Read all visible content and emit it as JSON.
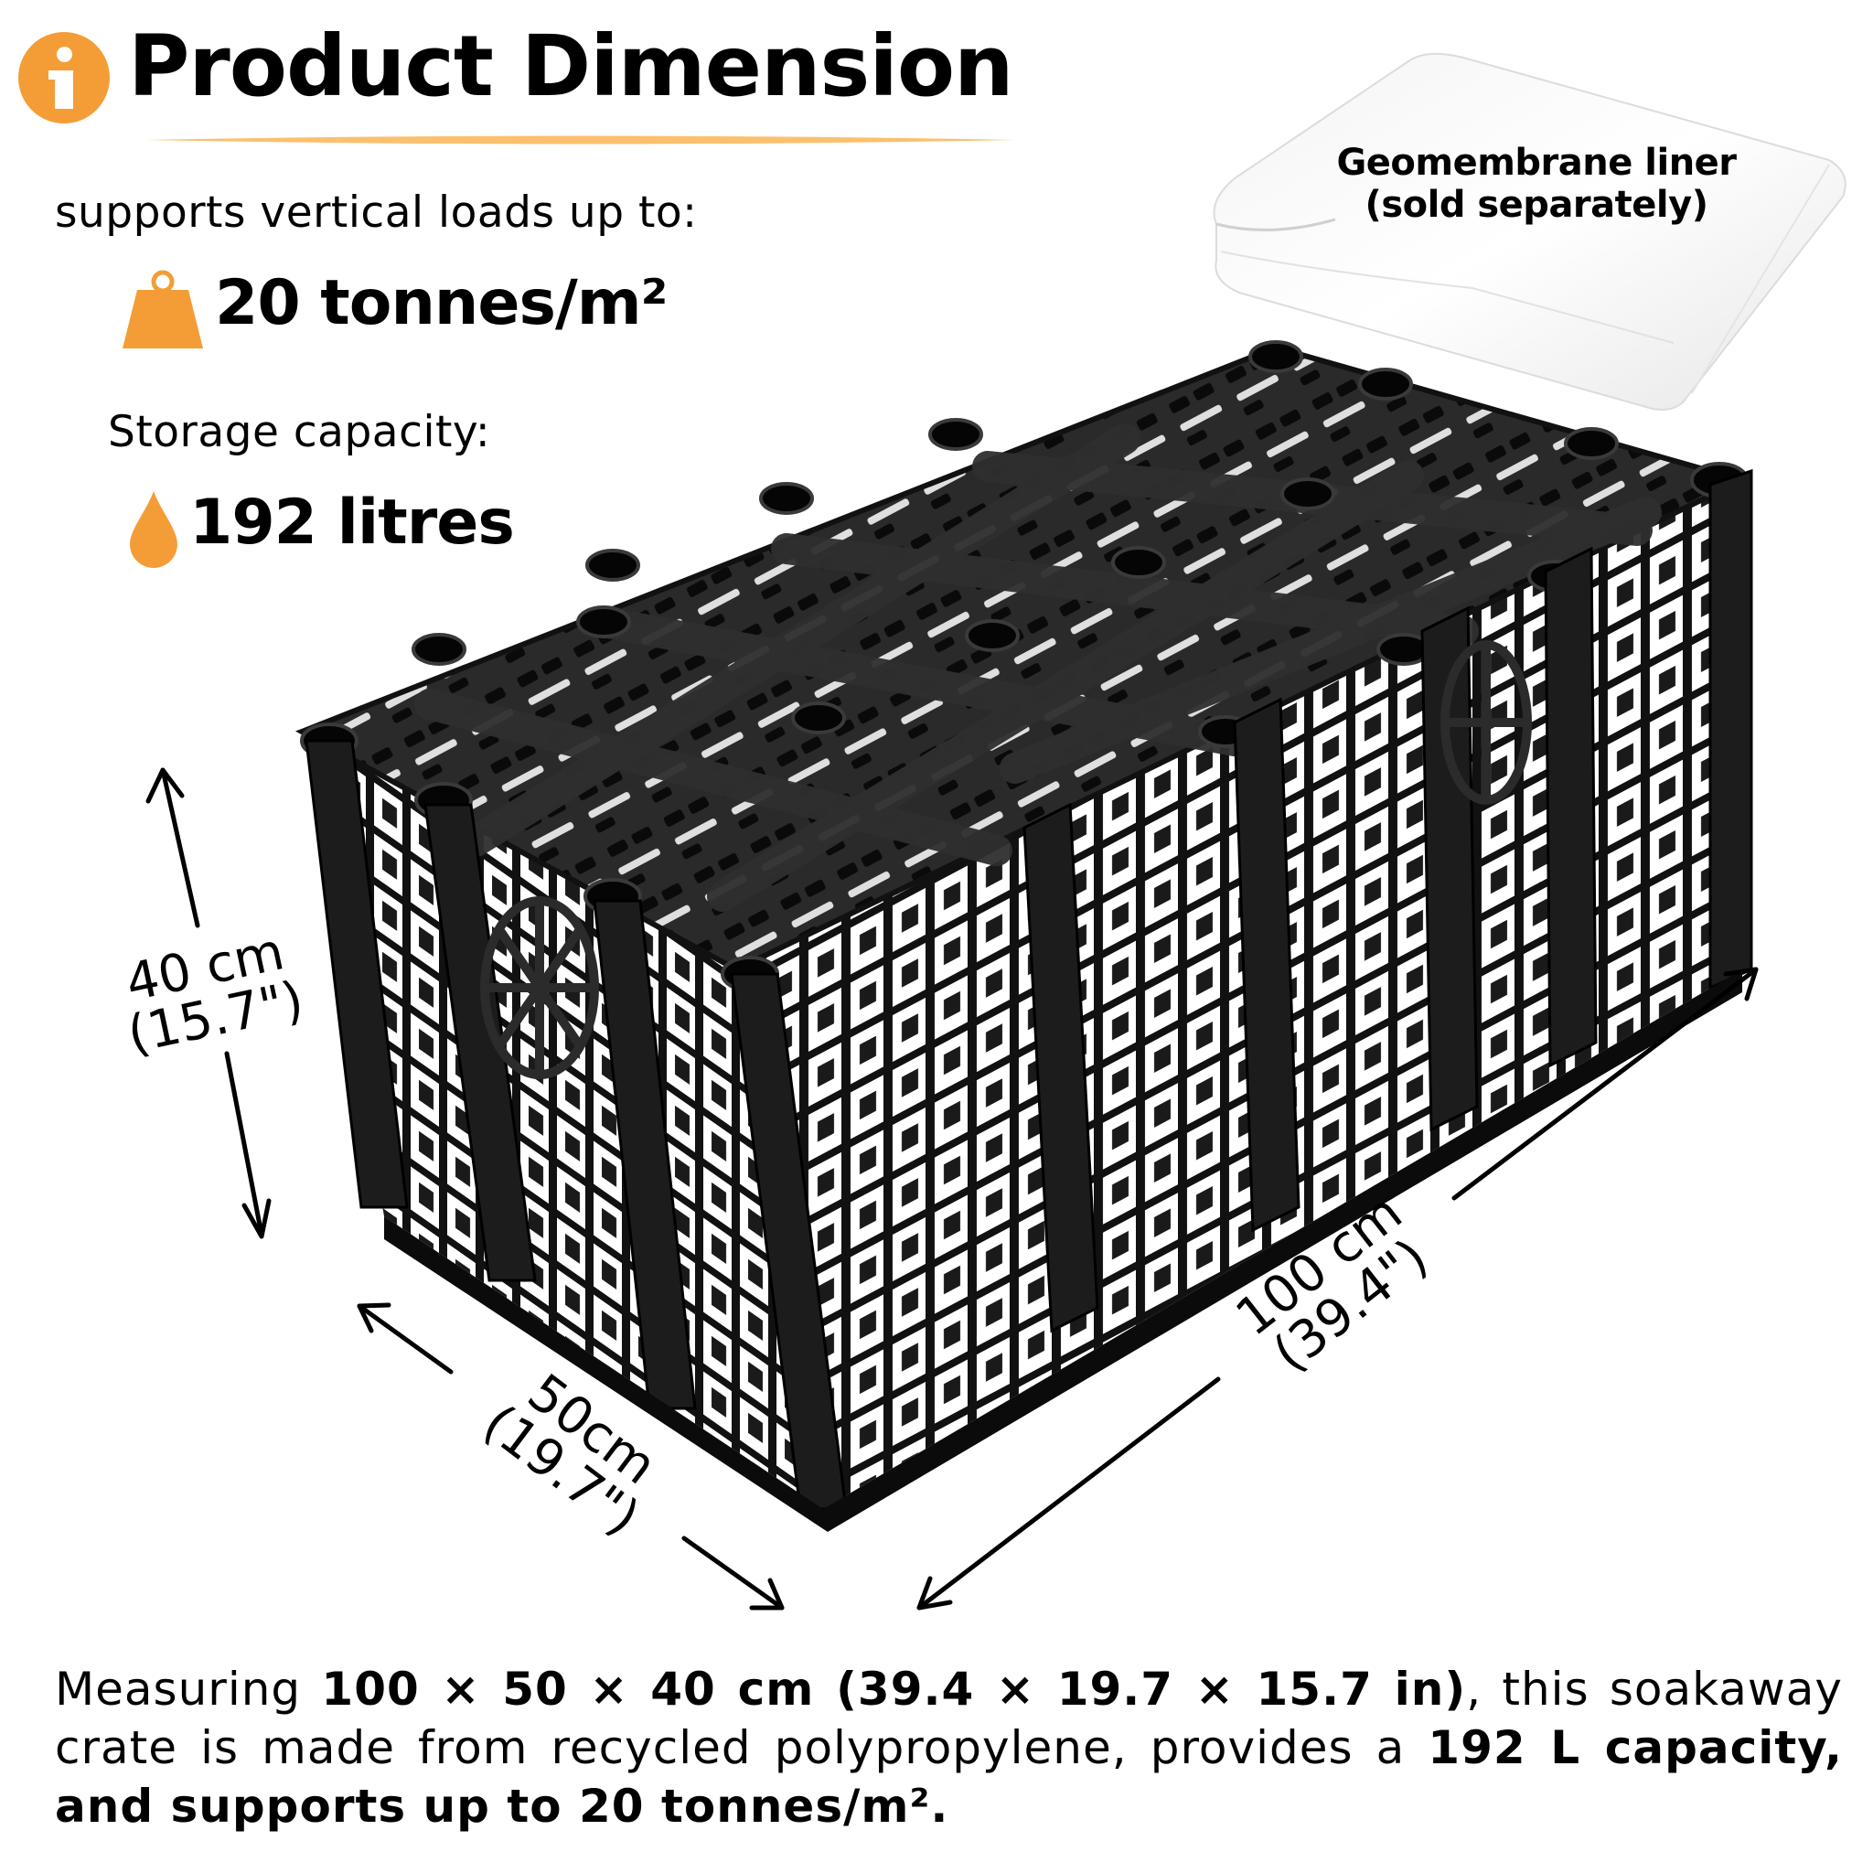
{
  "header": {
    "title": "Product Dimension",
    "icon": "info-icon",
    "accent_color": "#F49D37",
    "underline_color": "#FBC06E"
  },
  "specs": {
    "load_label": "supports vertical loads up to:",
    "load_value": "20 tonnes/m²",
    "load_icon": "weight-icon",
    "capacity_label": "Storage capacity:",
    "capacity_value": "192 litres",
    "capacity_icon": "water-drop-icon"
  },
  "accessory": {
    "name": "Geomembrane liner",
    "note": "(sold separately)"
  },
  "dimensions": {
    "height": {
      "metric": "40 cm",
      "imperial": "(15.7\")"
    },
    "width": {
      "metric": "50cm",
      "imperial": "(19.7\")"
    },
    "length": {
      "metric": "100 cm",
      "imperial": "(39.4\")"
    }
  },
  "description": {
    "p1": "Measuring ",
    "b1": "100 × 50 × 40 cm (39.4 × 19.7 × 15.7 in)",
    "p2": ", this soakaway crate is made from recycled polypropylene, provides a ",
    "b2": "192 L capacity, and supports up to 20 tonnes/m²."
  }
}
